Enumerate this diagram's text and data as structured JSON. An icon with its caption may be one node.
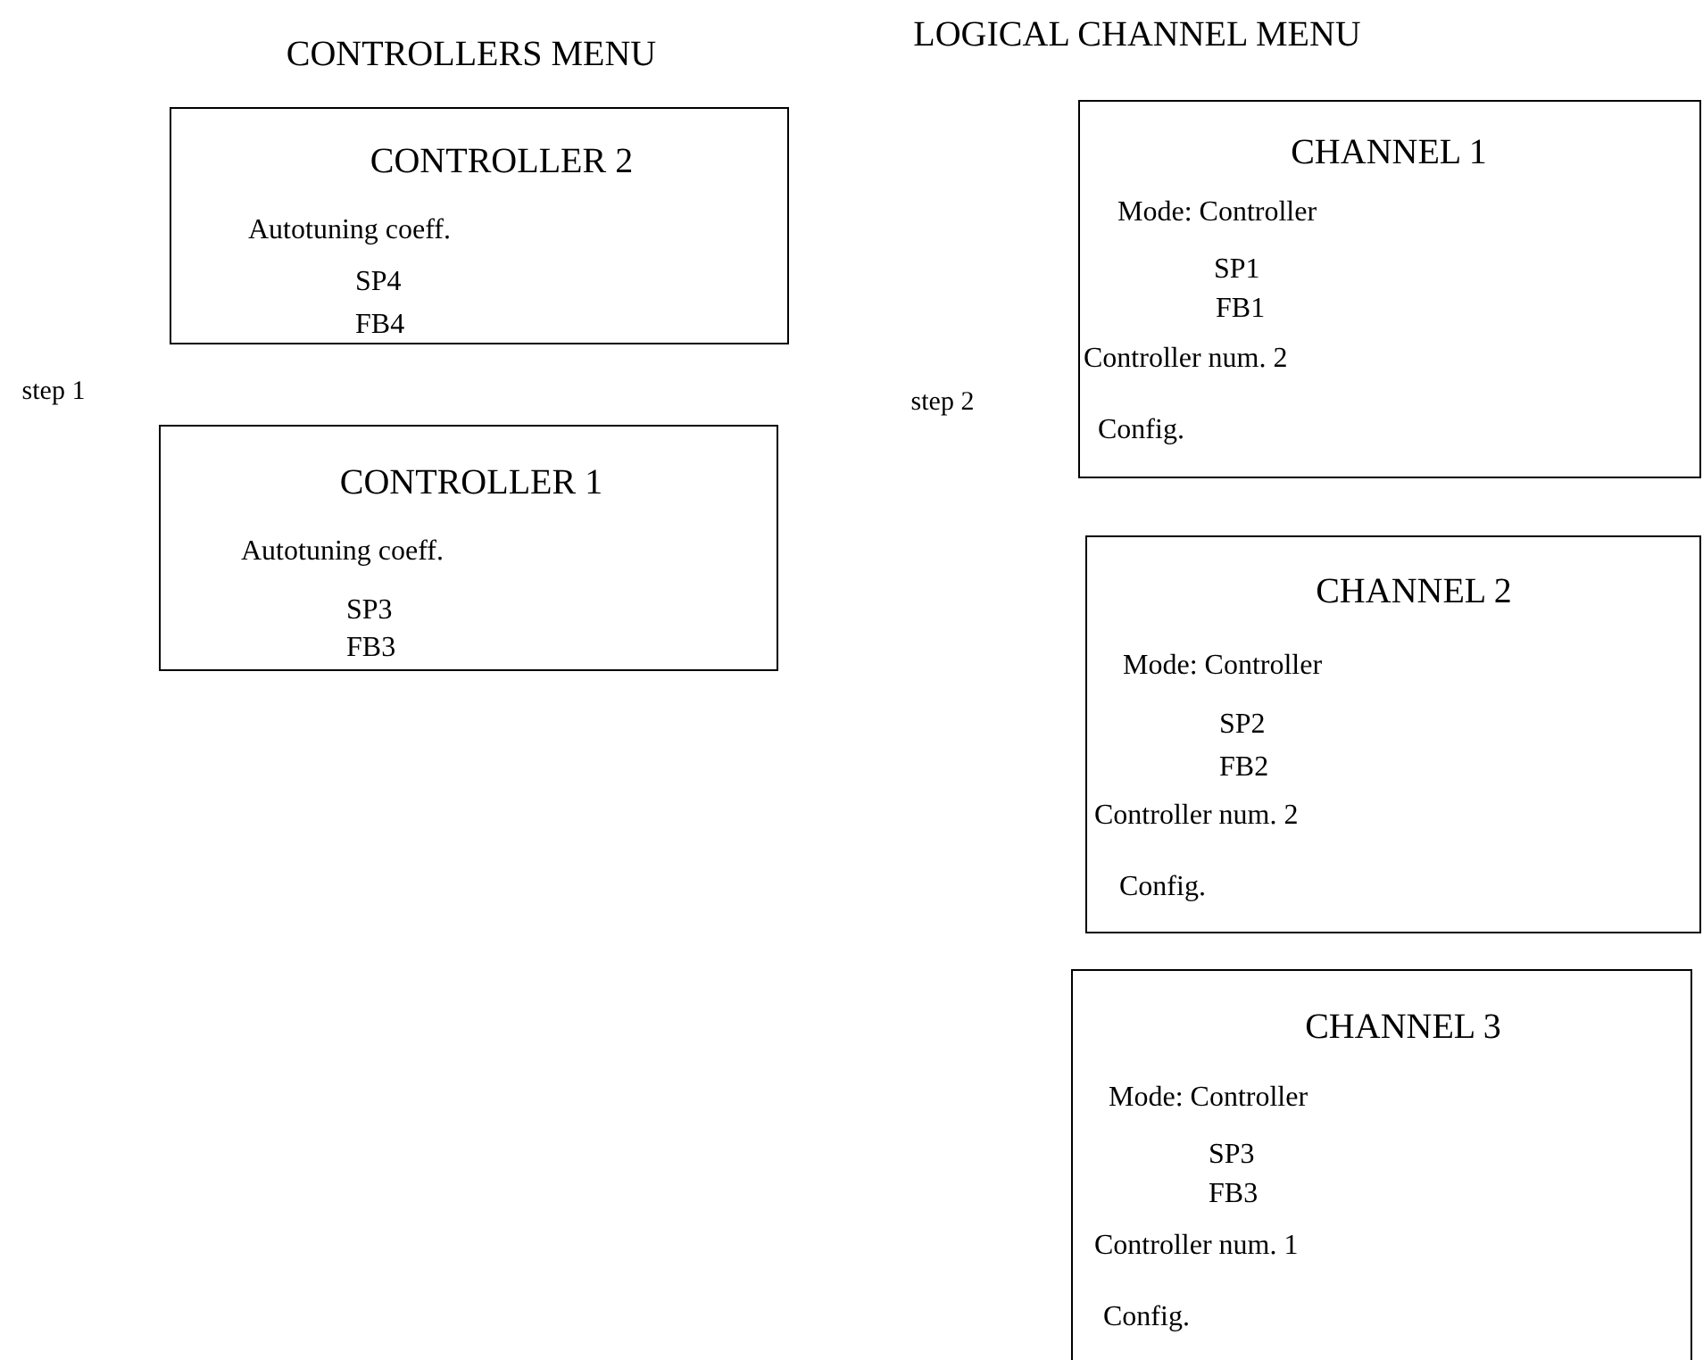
{
  "diagram": {
    "nodes": [
      {
        "text": [
          "CONTROLLER 2",
          "Autotuning coeff.",
          "SP4",
          "FB4"
        ]
      },
      {
        "text": [
          "CONTROLLER 1",
          "Autotuning coeff.",
          "SP3",
          "FB3"
        ]
      },
      {
        "text": [
          "CHANNEL 1",
          "Mode: Controller",
          "SP1",
          "FB1",
          "Controller num. 2",
          "Config."
        ]
      },
      {
        "text": [
          "CHANNEL 2",
          "Mode: Controller",
          "SP2",
          "FB2",
          "Controller num. 2",
          "Config."
        ]
      },
      {
        "text": [
          "CHANNEL 3",
          "Mode: Controller",
          "SP3",
          "FB3",
          "Controller num. 1",
          "Config."
        ]
      }
    ],
    "labels": [
      "LOGICAL CHANNEL MENU",
      "CONTROLLERS MENU",
      "step 1",
      "step 2"
    ]
  }
}
